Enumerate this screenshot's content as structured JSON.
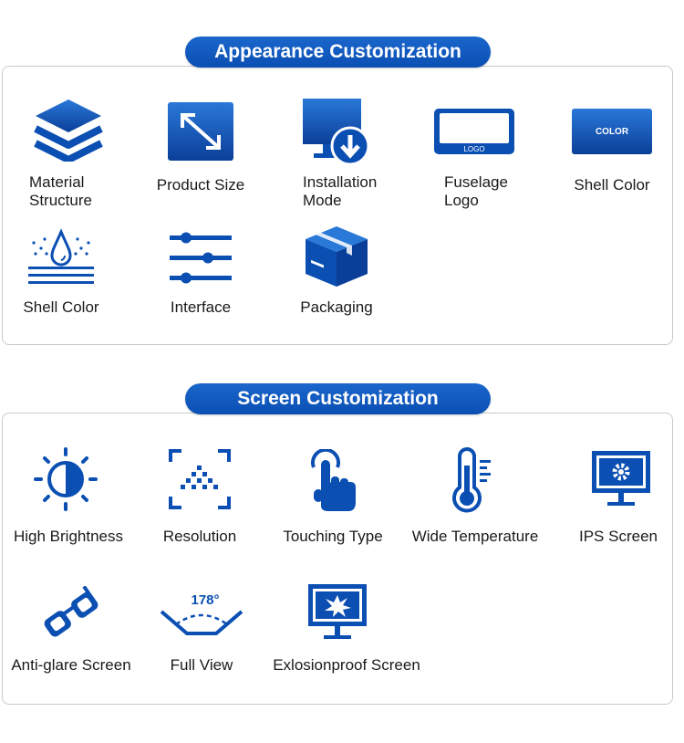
{
  "sections": [
    {
      "title": "Appearance Customization",
      "items": [
        {
          "label": "Material\nStructure",
          "icon": "layers-icon"
        },
        {
          "label": "Product Size",
          "icon": "resize-arrow-icon"
        },
        {
          "label": "Installation\nMode",
          "icon": "monitor-download-icon"
        },
        {
          "label": "Fuselage\nLogo",
          "icon": "logo-panel-icon",
          "badge": "LOGO"
        },
        {
          "label": "Shell Color",
          "icon": "color-panel-icon",
          "badge": "COLOR"
        },
        {
          "label": "Shell Color",
          "icon": "waterproof-drop-icon"
        },
        {
          "label": "Interface",
          "icon": "sliders-icon"
        },
        {
          "label": "Packaging",
          "icon": "box-icon"
        }
      ]
    },
    {
      "title": "Screen Customization",
      "items": [
        {
          "label": "High Brightness",
          "icon": "brightness-icon"
        },
        {
          "label": "Resolution",
          "icon": "resolution-icon"
        },
        {
          "label": "Touching Type",
          "icon": "touch-hand-icon"
        },
        {
          "label": "Wide Temperature",
          "icon": "thermometer-icon"
        },
        {
          "label": "IPS Screen",
          "icon": "ips-monitor-icon"
        },
        {
          "label": "Anti-glare Screen",
          "icon": "glasses-icon"
        },
        {
          "label": "Full View",
          "icon": "viewing-angle-icon",
          "badge": "178°"
        },
        {
          "label": "Exlosionproof Screen",
          "icon": "explosion-monitor-icon"
        }
      ]
    }
  ],
  "colors": {
    "primary": "#0b4fb3",
    "accent": "#1a66cc",
    "border": "#c9c9c9"
  }
}
